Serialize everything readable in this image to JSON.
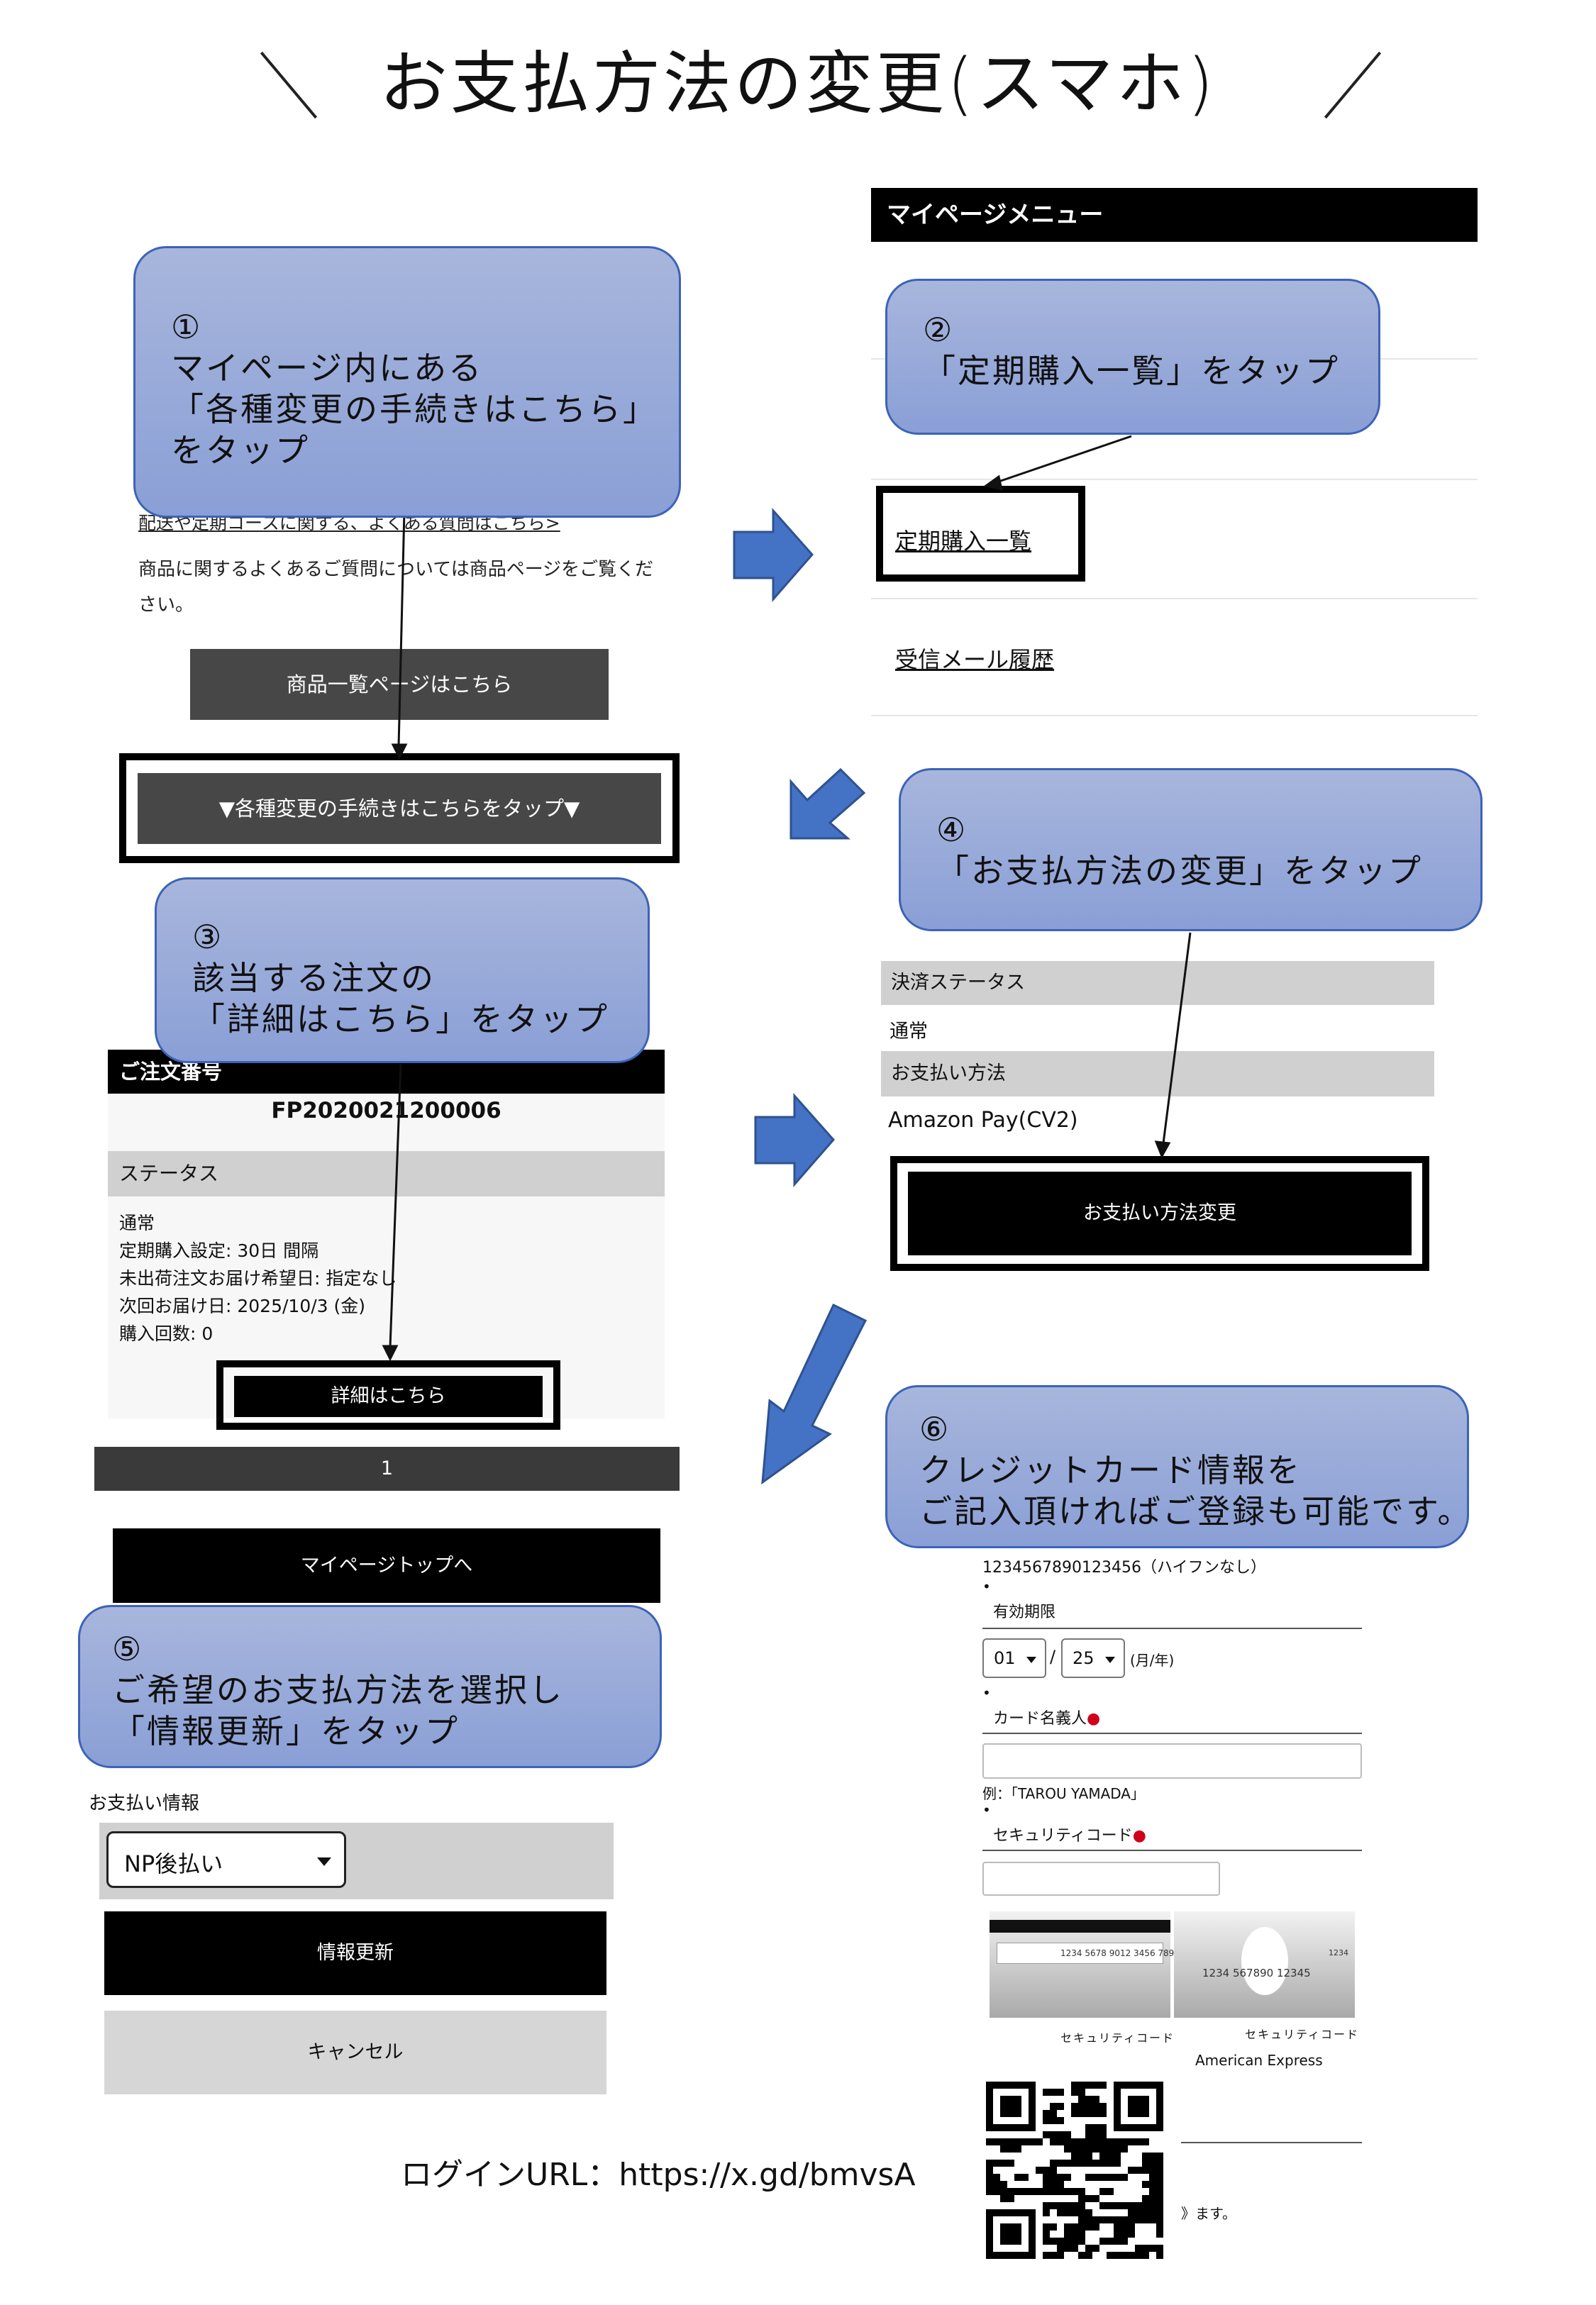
{
  "title": "お支払方法の変更(スマホ)",
  "steps": {
    "s1": {
      "num": "①",
      "lines": [
        "マイページ内にある",
        "「各種変更の手続きはこちら」",
        "をタップ"
      ]
    },
    "s2": {
      "num": "②",
      "lines": [
        "「定期購入一覧」をタップ"
      ]
    },
    "s3": {
      "num": "③",
      "lines": [
        "該当する注文の",
        "「詳細はこちら」をタップ"
      ]
    },
    "s4": {
      "num": "④",
      "lines": [
        "「お支払方法の変更」をタップ"
      ]
    },
    "s5": {
      "num": "⑤",
      "lines": [
        "ご希望のお支払方法を選択し",
        "「情報更新」をタップ"
      ]
    },
    "s6": {
      "num": "⑥",
      "lines": [
        "クレジットカード情報を",
        "ご記入頂ければご登録も可能です。"
      ]
    }
  },
  "panel1": {
    "faq_link": "配送や定期コースに関する、よくある質問はこちら>",
    "product_faq": [
      "商品に関するよくあるご質問については商品ページをご覧くだ",
      "さい。"
    ],
    "product_list_button": "商品一覧ページはこちら",
    "change_procedure_button": "▼各種変更の手続きはこちらをタップ▼"
  },
  "panel2": {
    "menu_header": "マイページメニュー",
    "subscription_list": "定期購入一覧",
    "email_history": "受信メール履歴"
  },
  "panel3": {
    "order_number_label": "ご注文番号",
    "order_number": "FP2020021200006",
    "status_header": "ステータス",
    "status_lines": [
      "通常",
      "定期購入設定: 30日 間隔",
      "未出荷注文お届け希望日: 指定なし",
      "次回お届け日: 2025/10/3 (金)",
      "購入回数: 0"
    ],
    "details_button": "詳細はこちら",
    "pager": "1",
    "mypage_top_button": "マイページトップへ"
  },
  "panel4": {
    "settlement_status_header": "決済ステータス",
    "settlement_status": "通常",
    "payment_method_header": "お支払い方法",
    "payment_method": "Amazon Pay(CV2)",
    "change_payment_button": "お支払い方法変更"
  },
  "panel5": {
    "payment_info_label": "お支払い情報",
    "selected_method": "NP後払い",
    "update_button": "情報更新",
    "cancel_button": "キャンセル"
  },
  "panel6": {
    "card_number_example": "1234567890123456（ハイフンなし）",
    "expiry_label": "有効期限",
    "expiry_month": "01",
    "expiry_year": "25",
    "expiry_unit": "(月/年)",
    "expiry_sep": "/",
    "holder_label": "カード名義人",
    "holder_example": "例：｢TAROU YAMADA｣",
    "security_label": "セキュリティコード",
    "card_back_number": "1234 5678 9012 3456 789",
    "security_caption_1": "セキュリティコード",
    "amex_number": "1234 567890 12345",
    "amex_code": "1234",
    "security_caption_2": "セキュリティコード",
    "amex_label": "American Express",
    "tail_text": "》ます。",
    "bullet": "•"
  },
  "login": "ログインURL：https://x.gd/bmvsA",
  "colors": {
    "bubble_fill": "#8a9fd6",
    "bubble_border": "#3c63b8",
    "arrow_fill": "#4472c4",
    "dark_button": "#474747",
    "band_gray": "#d0d0d0"
  }
}
